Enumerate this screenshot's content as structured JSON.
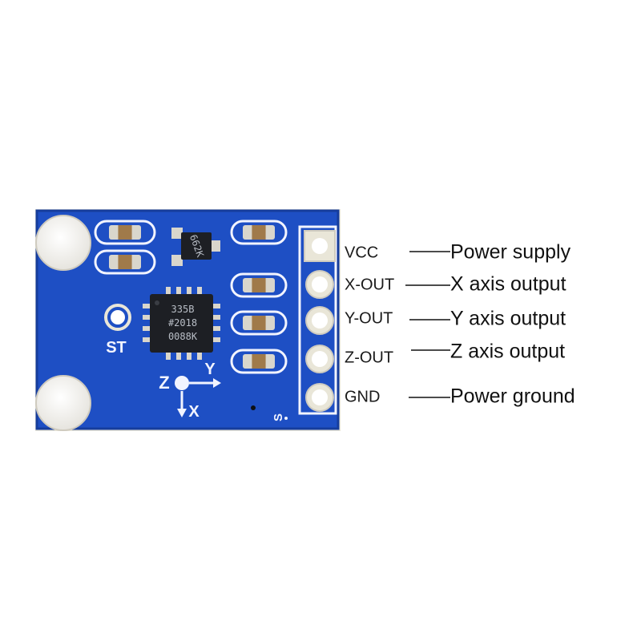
{
  "board": {
    "colors": {
      "pcb": "#1e4fc4",
      "pcb_dark": "#163d9c",
      "edge": "#e9e6d8",
      "pad": "#f4f1ea",
      "silk": "#f2f4ff",
      "chip": "#1d1f24"
    },
    "silkscreen": {
      "st": "ST",
      "z_axis": "Z",
      "y_axis": "Y",
      "x_axis": "X",
      "s_mark": "S"
    },
    "transistor_marking": "662K",
    "chip_marking": [
      "335B",
      "#2018",
      "0088K"
    ]
  },
  "pins": [
    {
      "name": "VCC",
      "description": "Power supply"
    },
    {
      "name": "X-OUT",
      "description": "X axis output"
    },
    {
      "name": "Y-OUT",
      "description": "Y axis output"
    },
    {
      "name": "Z-OUT",
      "description": "Z axis output"
    },
    {
      "name": "GND",
      "description": "Power ground"
    }
  ]
}
